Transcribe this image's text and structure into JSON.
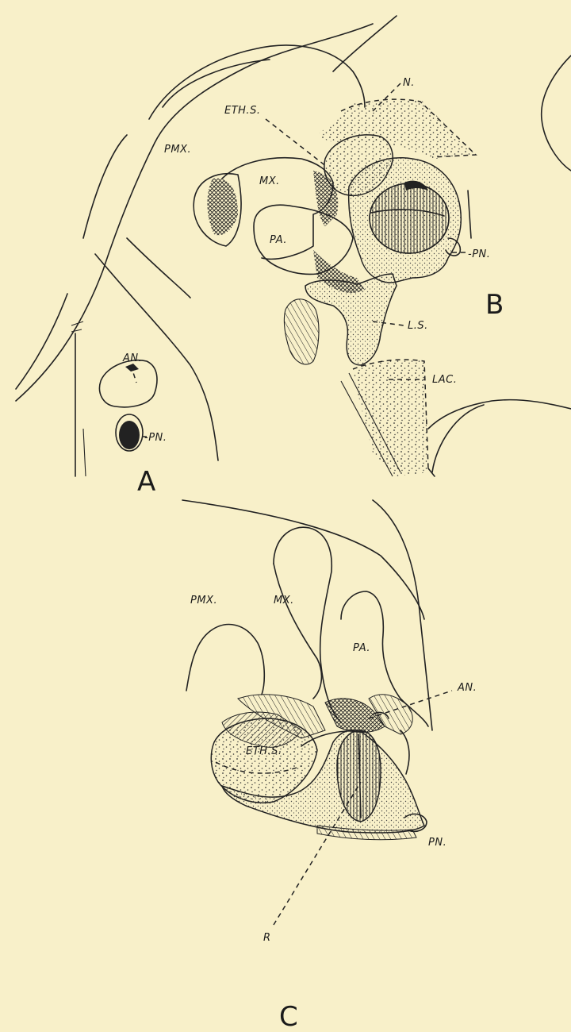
{
  "figure_labels": {
    "A": "A",
    "B": "B",
    "C": "C"
  },
  "panel_a": {
    "an": "AN.",
    "pn": "-PN."
  },
  "panel_b": {
    "n": "N.",
    "eth_s": "ETH.S.",
    "pmx": "PMX.",
    "mx": "MX.",
    "pa": "PA.",
    "pn": "-PN.",
    "ls": "L.S.",
    "lac": "LAC."
  },
  "panel_c": {
    "pmx": "PMX.",
    "mx": "MX.",
    "pa": "PA.",
    "an": "AN.",
    "eth_s": "ETH.S.",
    "r": "R",
    "pn": "PN."
  }
}
